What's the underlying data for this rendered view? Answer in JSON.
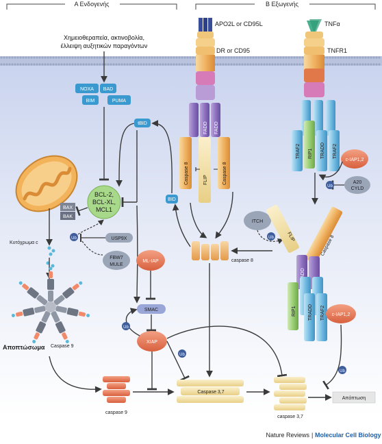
{
  "sections": {
    "intrinsic": "A Ενδογενής",
    "extrinsic": "B Εξωγενής"
  },
  "stimulus": {
    "line1": "Χημειοθεραπεία, ακτινοβολία,",
    "line2": "έλλειψη αυξητικών παραγόντων"
  },
  "ligands": {
    "apo2l": "APO2L or CD95L",
    "tnfa": "TNFα"
  },
  "receptors": {
    "dr": "DR or CD95",
    "tnfr1": "TNFR1"
  },
  "bh3": [
    "NOXA",
    "BAD",
    "BIM",
    "PUMA"
  ],
  "proteins": {
    "tbid": "tBID",
    "bid": "BID",
    "bcl2": [
      "BCL-2,",
      "BCL-XL,",
      "MCL1"
    ],
    "bax": "BAX",
    "bak": "BAK",
    "usp9x": "USP9X",
    "fbw7": [
      "FBW7",
      "MULE"
    ],
    "ub": "Ub",
    "cytc": "Κυτόχρωμα c",
    "caspase9": "Caspase 9",
    "caspase9_low": "caspase 9",
    "apoptosome": "Αποπτώσωμα",
    "mliap": "ML-IAP",
    "smac": "SMAC",
    "xiap": "XIAP",
    "caspase37": "Caspase 3,7",
    "caspase37_low": "caspase 3,7",
    "apoptosis": "Απόπτωση",
    "caspase8": "caspase 8",
    "itch": "ITCH",
    "ciap": "c-IAP1,2",
    "a20": [
      "A20",
      "CYLD"
    ],
    "fadd": "FADD",
    "flip": "FLIP",
    "casp8_unit": "Caspase 8",
    "traf2": "TRAF2",
    "tradd": "TRADD",
    "rip1": "RIP1"
  },
  "footer": {
    "journal": "Nature Reviews",
    "section": "Molecular Cell Biology"
  }
}
